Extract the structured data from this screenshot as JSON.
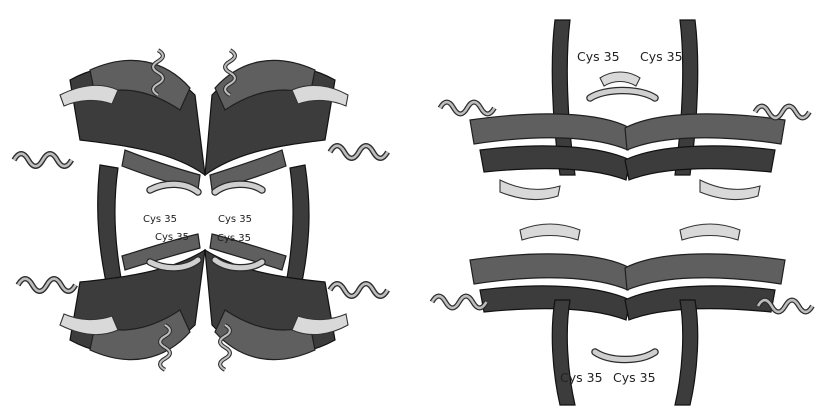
{
  "figure": {
    "left_labels": {
      "top_left": "Cys 35",
      "top_right": "Cys 35",
      "bottom_left": "Cys 35",
      "bottom_right": "Cys 35"
    },
    "right_labels": {
      "top_left": "Cys 35",
      "top_right": "Cys 35",
      "bottom_left": "Cys 35",
      "bottom_right": "Cys 35"
    }
  }
}
